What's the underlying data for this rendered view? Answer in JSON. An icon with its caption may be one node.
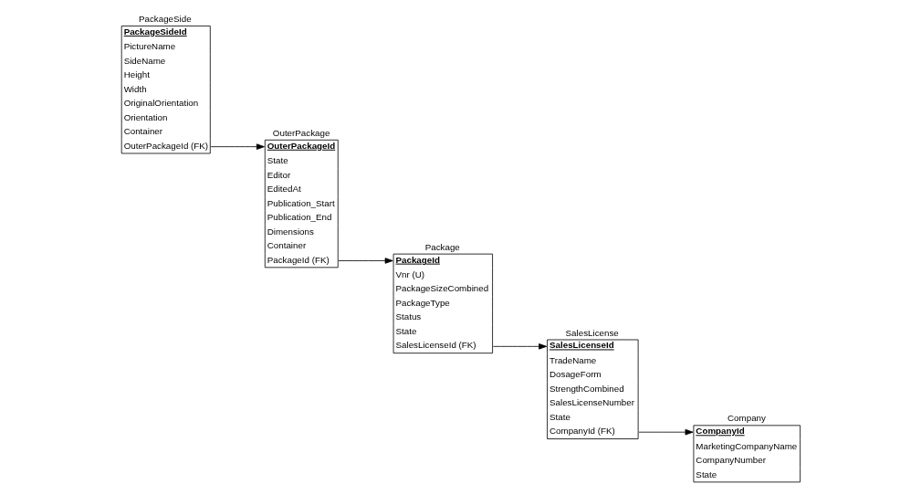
{
  "diagram": {
    "nodes": [
      {
        "text": [
          "OuterPackage",
          "OuterPackageId",
          "State",
          "Editor",
          "EditedAt",
          "Publication_Start",
          "Publication_End",
          "Dimensions",
          "Container",
          "PackageId (FK)"
        ]
      },
      {
        "text": [
          "PackageSide",
          "PackageSideId",
          "PictureName",
          "SideName",
          "Height",
          "Width",
          "OriginalOrientation",
          "Orientation",
          "Container",
          "OuterPackageId (FK)"
        ]
      },
      {
        "text": [
          "Package",
          "PackageId",
          "Vnr (U)",
          "PackageSizeCombined",
          "PackageType",
          "Status",
          "State",
          "SalesLicenseId (FK)"
        ]
      },
      {
        "text": [
          "SalesLicense",
          "SalesLicenseId",
          "TradeName",
          "DosageForm",
          "StrengthCombined",
          "SalesLicenseNumber",
          "State",
          "CompanyId (FK)"
        ]
      },
      {
        "text": [
          "Company",
          "CompanyId",
          "MarketingCompanyName",
          "CompanyNumber",
          "State"
        ]
      }
    ],
    "edges": [
      {
        "from": 1,
        "to": 0,
        "arrow": "to"
      },
      {
        "from": 0,
        "to": 2,
        "arrow": "to"
      },
      {
        "from": 2,
        "to": 3,
        "arrow": "to"
      },
      {
        "from": 3,
        "to": 4,
        "arrow": "to"
      }
    ]
  }
}
